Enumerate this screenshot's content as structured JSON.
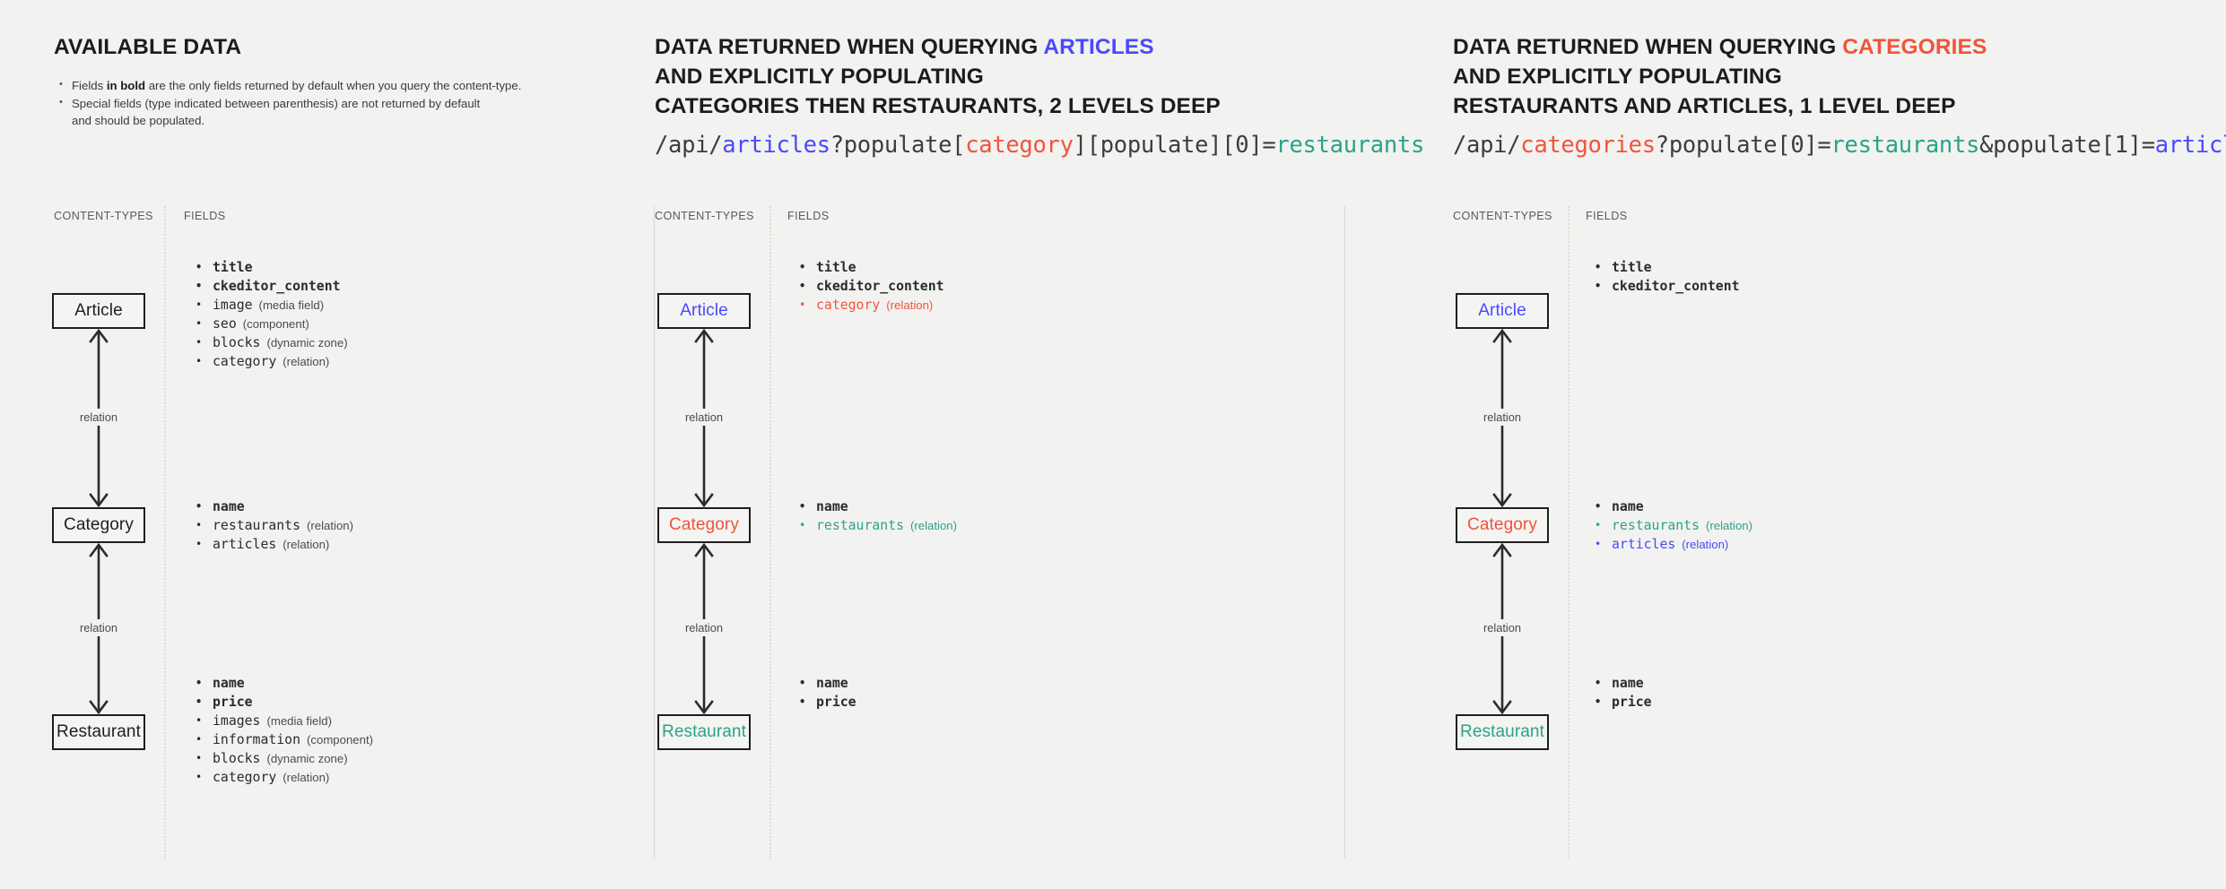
{
  "colors": {
    "background": "#f2f2f1",
    "blue": "#4a49ff",
    "red": "#f2543a",
    "teal": "#2aa387",
    "ink": "#1e1e1e"
  },
  "panels": [
    {
      "heading": {
        "line1_pre": "AVAILABLE DATA",
        "line1_hl": "",
        "line2": "",
        "line3": ""
      },
      "notes": [
        {
          "pre": "Fields ",
          "bold": "in bold",
          "post": " are the only fields returned by default when you query the content-type."
        },
        {
          "pre": "Special fields (type indicated between parenthesis) are not returned by default",
          "bold": "",
          "post": ""
        },
        {
          "pre": "and should be populated.",
          "bold": "",
          "post": "",
          "continuation": true
        }
      ],
      "code": [],
      "col_labels": {
        "content_types": "CONTENT-TYPES",
        "fields": "FIELDS"
      },
      "nodes": [
        {
          "label": "Article",
          "color": "ink"
        },
        {
          "label": "Category",
          "color": "ink"
        },
        {
          "label": "Restaurant",
          "color": "ink"
        }
      ],
      "edges": [
        {
          "label": "relation"
        },
        {
          "label": "relation"
        }
      ],
      "field_groups": [
        [
          {
            "name": "title",
            "type": "",
            "bold": true,
            "color": "ink"
          },
          {
            "name": "ckeditor_content",
            "type": "",
            "bold": true,
            "color": "ink"
          },
          {
            "name": "image",
            "type": "(media field)",
            "bold": false,
            "color": "ink"
          },
          {
            "name": "seo",
            "type": "(component)",
            "bold": false,
            "color": "ink"
          },
          {
            "name": "blocks",
            "type": "(dynamic zone)",
            "bold": false,
            "color": "ink"
          },
          {
            "name": "category",
            "type": "(relation)",
            "bold": false,
            "color": "ink"
          }
        ],
        [
          {
            "name": "name",
            "type": "",
            "bold": true,
            "color": "ink"
          },
          {
            "name": "restaurants",
            "type": "(relation)",
            "bold": false,
            "color": "ink"
          },
          {
            "name": "articles",
            "type": "(relation)",
            "bold": false,
            "color": "ink"
          }
        ],
        [
          {
            "name": "name",
            "type": "",
            "bold": true,
            "color": "ink"
          },
          {
            "name": "price",
            "type": "",
            "bold": true,
            "color": "ink"
          },
          {
            "name": "images",
            "type": "(media field)",
            "bold": false,
            "color": "ink"
          },
          {
            "name": "information",
            "type": "(component)",
            "bold": false,
            "color": "ink"
          },
          {
            "name": "blocks",
            "type": "(dynamic zone)",
            "bold": false,
            "color": "ink"
          },
          {
            "name": "category",
            "type": "(relation)",
            "bold": false,
            "color": "ink"
          }
        ]
      ]
    },
    {
      "heading": {
        "line1_pre": "DATA RETURNED WHEN QUERYING ",
        "line1_hl": "ARTICLES",
        "line1_hl_color": "blue",
        "line2": "AND EXPLICITLY POPULATING",
        "line3": "CATEGORIES THEN RESTAURANTS, 2 LEVELS DEEP"
      },
      "notes": [],
      "code": [
        {
          "text": "/api/",
          "color": "ink"
        },
        {
          "text": "articles",
          "color": "blue"
        },
        {
          "text": "?populate[",
          "color": "ink"
        },
        {
          "text": "category",
          "color": "red"
        },
        {
          "text": "][populate][0]=",
          "color": "ink"
        },
        {
          "text": "restaurants",
          "color": "teal"
        }
      ],
      "col_labels": {
        "content_types": "CONTENT-TYPES",
        "fields": "FIELDS"
      },
      "nodes": [
        {
          "label": "Article",
          "color": "blue"
        },
        {
          "label": "Category",
          "color": "red"
        },
        {
          "label": "Restaurant",
          "color": "teal"
        }
      ],
      "edges": [
        {
          "label": "relation"
        },
        {
          "label": "relation"
        }
      ],
      "field_groups": [
        [
          {
            "name": "title",
            "type": "",
            "bold": true,
            "color": "ink"
          },
          {
            "name": "ckeditor_content",
            "type": "",
            "bold": true,
            "color": "ink"
          },
          {
            "name": "category",
            "type": "(relation)",
            "bold": false,
            "color": "red"
          }
        ],
        [
          {
            "name": "name",
            "type": "",
            "bold": true,
            "color": "ink"
          },
          {
            "name": "restaurants",
            "type": "(relation)",
            "bold": false,
            "color": "teal"
          }
        ],
        [
          {
            "name": "name",
            "type": "",
            "bold": true,
            "color": "ink"
          },
          {
            "name": "price",
            "type": "",
            "bold": true,
            "color": "ink"
          }
        ]
      ]
    },
    {
      "heading": {
        "line1_pre": "DATA RETURNED WHEN QUERYING ",
        "line1_hl": "CATEGORIES",
        "line1_hl_color": "red",
        "line2": "AND EXPLICITLY POPULATING",
        "line3": "RESTAURANTS AND ARTICLES, 1 LEVEL DEEP"
      },
      "notes": [],
      "code": [
        {
          "text": "/api/",
          "color": "ink"
        },
        {
          "text": "categories",
          "color": "red"
        },
        {
          "text": "?populate[0]=",
          "color": "ink"
        },
        {
          "text": "restaurants",
          "color": "teal"
        },
        {
          "text": "&populate[1]=",
          "color": "ink"
        },
        {
          "text": "articles",
          "color": "blue"
        }
      ],
      "col_labels": {
        "content_types": "CONTENT-TYPES",
        "fields": "FIELDS"
      },
      "nodes": [
        {
          "label": "Article",
          "color": "blue"
        },
        {
          "label": "Category",
          "color": "red"
        },
        {
          "label": "Restaurant",
          "color": "teal"
        }
      ],
      "edges": [
        {
          "label": "relation"
        },
        {
          "label": "relation"
        }
      ],
      "field_groups": [
        [
          {
            "name": "title",
            "type": "",
            "bold": true,
            "color": "ink"
          },
          {
            "name": "ckeditor_content",
            "type": "",
            "bold": true,
            "color": "ink"
          }
        ],
        [
          {
            "name": "name",
            "type": "",
            "bold": true,
            "color": "ink"
          },
          {
            "name": "restaurants",
            "type": "(relation)",
            "bold": false,
            "color": "teal"
          },
          {
            "name": "articles",
            "type": "(relation)",
            "bold": false,
            "color": "blue"
          }
        ],
        [
          {
            "name": "name",
            "type": "",
            "bold": true,
            "color": "ink"
          },
          {
            "name": "price",
            "type": "",
            "bold": true,
            "color": "ink"
          }
        ]
      ]
    }
  ]
}
